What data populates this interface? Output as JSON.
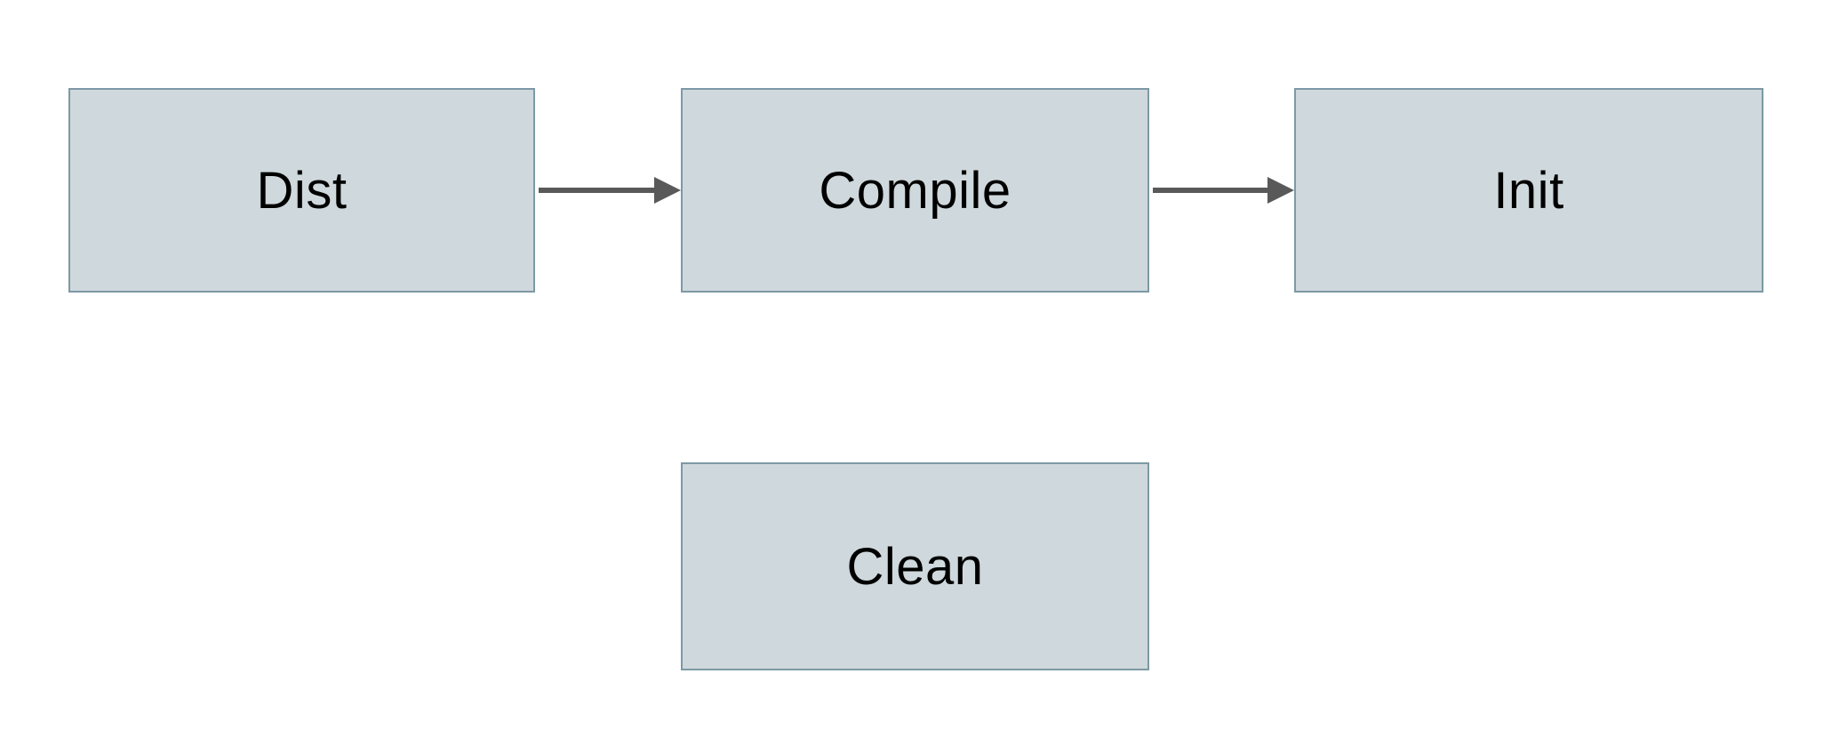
{
  "diagram": {
    "nodes": [
      {
        "id": "dist",
        "label": "Dist"
      },
      {
        "id": "compile",
        "label": "Compile"
      },
      {
        "id": "init",
        "label": "Init"
      },
      {
        "id": "clean",
        "label": "Clean"
      }
    ],
    "edges": [
      {
        "from": "Dist",
        "to": "Compile"
      },
      {
        "from": "Compile",
        "to": "Init"
      }
    ],
    "colors": {
      "node_fill": "#cfd8dc",
      "node_border": "#7d99a5",
      "arrow": "#595959",
      "text": "#000000",
      "background": "#ffffff"
    }
  }
}
